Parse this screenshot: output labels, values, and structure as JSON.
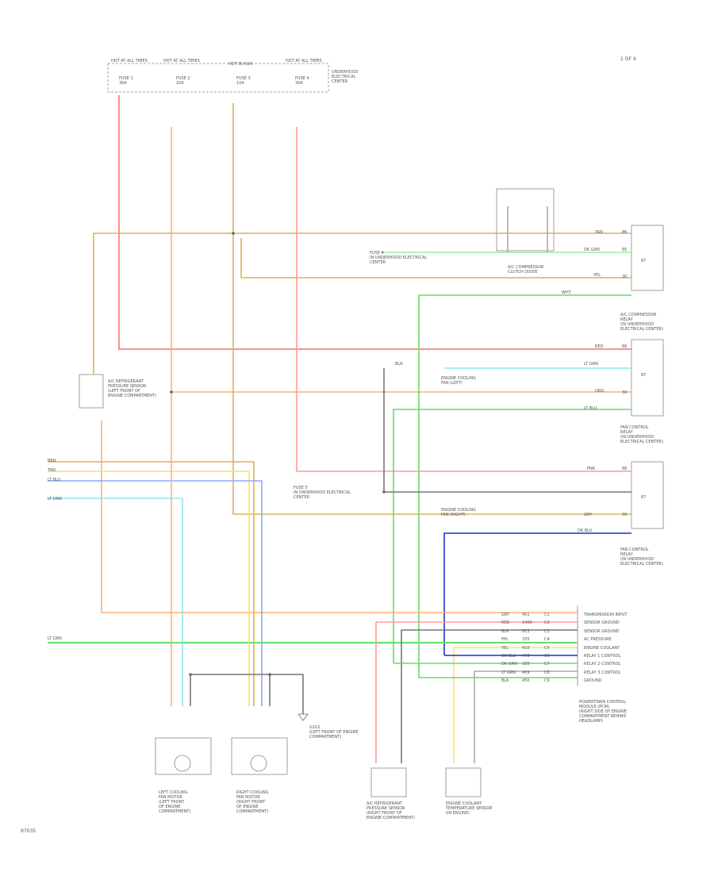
{
  "header": {
    "page_code": "1 OF 4",
    "footer_code": "97035"
  },
  "colors": {
    "red": "#ff8080",
    "orange": "#ffb070",
    "tan": "#d9b25c",
    "pink": "#ff9a9a",
    "yellow": "#ffe066",
    "blue": "#8ea8ff",
    "dark_blue": "#3050d0",
    "cyan": "#8ee8ee",
    "green": "#66dd66",
    "light_green": "#99ee99",
    "black_wire": "#777777",
    "gray": "#aaaaaa",
    "outline": "#888888"
  },
  "components": {
    "underhood_fuse_block": "UNDERHOOD\nELECTRICAL\nCENTER",
    "ac_compressor_clutch": "A/C COMPRESSOR\nCLUTCH DIODE",
    "ac_compressor_relay": "A/C COMPRESSOR\nRELAY\n(IN UNDERHOOD\nELECTRICAL CENTER)",
    "fan_control_relay_1": "FAN CONTROL\nRELAY\n(IN UNDERHOOD\nELECTRICAL CENTER)",
    "fan_control_relay_2": "FAN CONTROL\nRELAY\n(IN UNDERHOOD\nELECTRICAL CENTER)",
    "cooling_fan_1": "ENGINE COOLING\nFAN (LEFT)",
    "cooling_fan_2": "ENGINE COOLING\nFAN (RIGHT)",
    "pressure_switch": "A/C REFRIGERANT\nPRESSURE SENSOR\n(LEFT FRONT OF\nENGINE COMPARTMENT)",
    "left_fan_motor": "LEFT COOLING\nFAN MOTOR\n(LEFT FRONT\nOF ENGINE\nCOMPARTMENT)",
    "right_fan_motor": "RIGHT COOLING\nFAN MOTOR\n(RIGHT FRONT\nOF ENGINE\nCOMPARTMENT)",
    "ground_g1": "G102\n(LEFT FRONT OF ENGINE\nCOMPARTMENT)",
    "pcm": "POWERTRAIN CONTROL\nMODULE (PCM)\n(RIGHT SIDE OF ENGINE\nCOMPARTMENT BEHIND\nHEADLAMP)",
    "ac_refrigerant_sensor": "A/C REFRIGERANT\nPRESSURE SENSOR\n(RIGHT FRONT OF\nENGINE COMPARTMENT)",
    "coolant_temp_sensor": "ENGINE COOLANT\nTEMPERATURE SENSOR\n(IN ENGINE)",
    "lh_fan_relay_fuse": "FUSE 4\nIN UNDERHOOD ELECTRICAL\nCENTER",
    "rh_fan_relay_fuse": "FUSE 5\nIN UNDERHOOD ELECTRICAL\nCENTER"
  },
  "fuse_labels": [
    {
      "top": "HOT AT ALL TIMES",
      "name": "FUSE 1\n30A"
    },
    {
      "top": "HOT AT ALL TIMES",
      "name": "FUSE 2\n20A"
    },
    {
      "top": "HOT IN RUN",
      "name": "FUSE 3\n10A"
    },
    {
      "top": "HOT AT ALL TIMES",
      "name": "FUSE 4\n30A"
    }
  ],
  "relay_pins": {
    "r1": [
      "86",
      "85",
      "87",
      "30"
    ],
    "r2": [
      "86",
      "87",
      "30"
    ],
    "r3": [
      "86",
      "87",
      "30"
    ]
  },
  "wire_labels": {
    "w_red_top": "RED",
    "w_tan_top": "TAN",
    "w_blk_1": "BLK",
    "w_dkgrn": "DK GRN",
    "w_ltgrn": "LT GRN",
    "w_pnk": "PNK",
    "w_org": "ORG",
    "w_yel": "YEL",
    "w_dkblu": "DK BLU",
    "w_ltblu": "LT BLU",
    "w_gry": "GRY",
    "w_wht": "WHT",
    "left_wires": [
      "BRN",
      "TAN",
      "LT BLU",
      "LT GRN"
    ],
    "left_green": "LT GRN"
  },
  "pcm_pins": [
    {
      "pin": "C1",
      "wire1": "GRY",
      "wire2": "451",
      "circuit": "TRANSMISSION INPUT"
    },
    {
      "pin": "C2",
      "wire1": "RED",
      "wire2": "1400",
      "circuit": "SENSOR GROUND"
    },
    {
      "pin": "C3",
      "wire1": "BLK",
      "wire2": "813",
      "circuit": "SENSOR GROUND"
    },
    {
      "pin": "C4",
      "wire1": "PPL",
      "wire2": "335",
      "circuit": "AC PRESSURE"
    },
    {
      "pin": "C5",
      "wire1": "YEL",
      "wire2": "410",
      "circuit": "ENGINE COOLANT"
    },
    {
      "pin": "C6",
      "wire1": "DK BLU",
      "wire2": "473",
      "circuit": "RELAY 1 CONTROL"
    },
    {
      "pin": "C7",
      "wire1": "DK GRN",
      "wire2": "335",
      "circuit": "RELAY 2 CONTROL"
    },
    {
      "pin": "C8",
      "wire1": "LT GRN",
      "wire2": "409",
      "circuit": "RELAY 3 CONTROL"
    },
    {
      "pin": "C9",
      "wire1": "BLK",
      "wire2": "450",
      "circuit": "GROUND"
    }
  ]
}
